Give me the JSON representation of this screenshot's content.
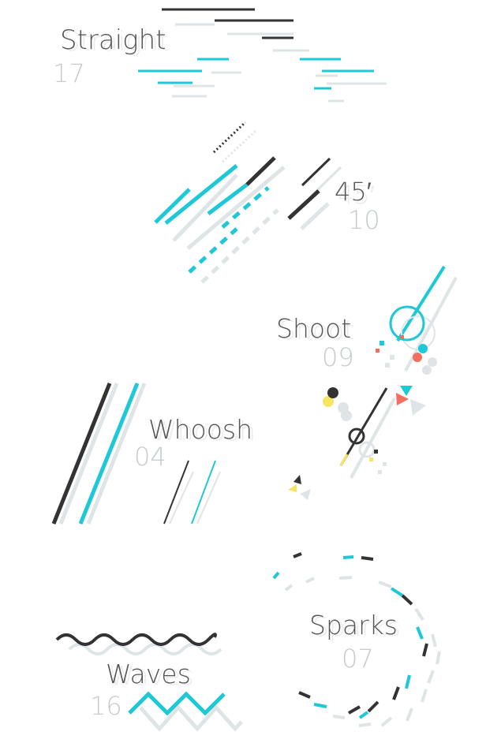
{
  "palette": {
    "dark": "#333333",
    "cyan": "#1ec8d6",
    "gray": "#dfe4e6",
    "salmon": "#f36e5d",
    "yellow": "#f7e463"
  },
  "sections": {
    "straight": {
      "title": "Straight",
      "count": "17"
    },
    "deg45": {
      "title": "45′",
      "count": "10"
    },
    "shoot": {
      "title": "Shoot",
      "count": "09"
    },
    "whoosh": {
      "title": "Whoosh",
      "count": "04"
    },
    "sparks": {
      "title": "Sparks",
      "count": "07"
    },
    "waves": {
      "title": "Waves",
      "count": "16"
    }
  }
}
